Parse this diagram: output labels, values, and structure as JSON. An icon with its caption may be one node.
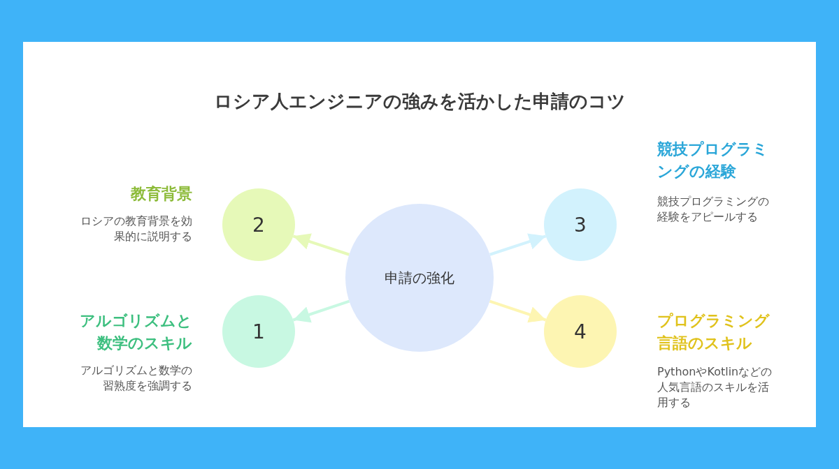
{
  "diagram": {
    "title": "ロシア人エンジニアの強みを活かした申請のコツ",
    "nodes": [
      {
        "text": [
          "教育背景",
          "2"
        ],
        "beside": [
          "ロシアの教育背景を効果的に説明する"
        ]
      },
      {
        "text": [
          "3",
          "競技プログラミングの経験"
        ],
        "beside": [
          "競技プログラミングの経験をアピールする"
        ]
      },
      {
        "text": [
          "申請の強化"
        ]
      },
      {
        "text": [
          "アルゴリズムと数学のスキル",
          "1"
        ],
        "beside": [
          "アルゴリズムと数学の習熟度を強調する"
        ]
      },
      {
        "text": [
          "4",
          "プログラミング言語のスキル"
        ],
        "beside": [
          "PythonやKotlinなどの人気言語のスキルを活用する"
        ]
      }
    ],
    "edges": [
      {
        "from": 2,
        "to": 0,
        "arrow": "to"
      },
      {
        "from": 2,
        "to": 1,
        "arrow": "to"
      },
      {
        "from": 2,
        "to": 3,
        "arrow": "to"
      },
      {
        "from": 2,
        "to": 4,
        "arrow": "to"
      }
    ]
  }
}
